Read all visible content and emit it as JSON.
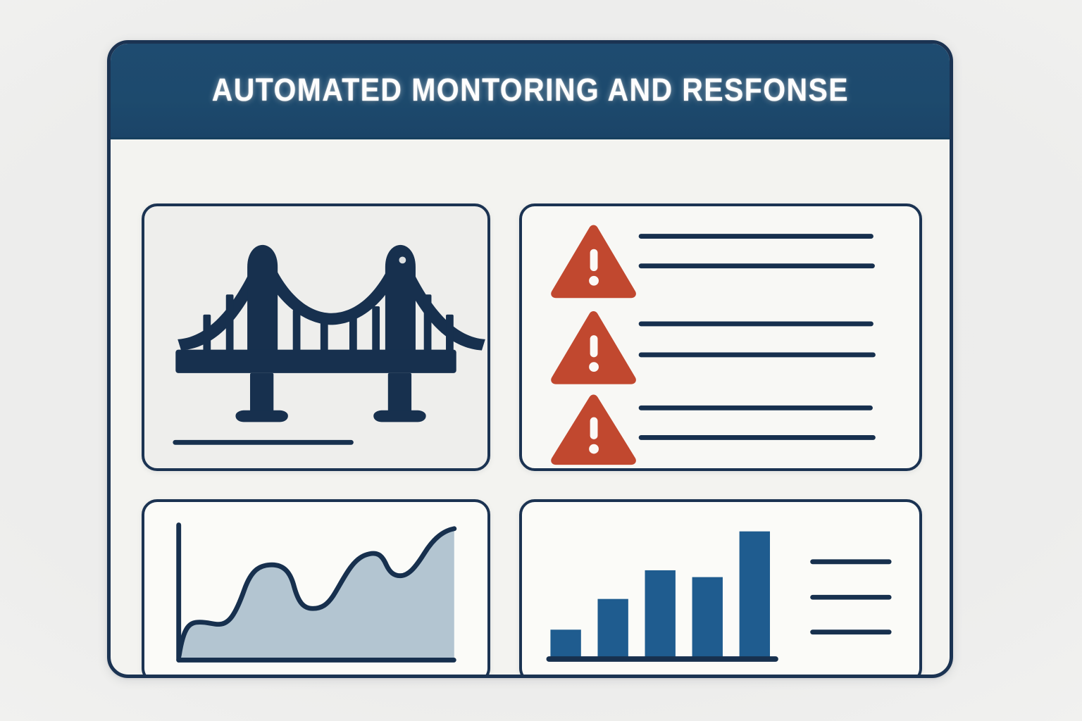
{
  "header": {
    "title": "AUTOMATED MONTORING AND RESFONSE"
  },
  "colors": {
    "header_bg": "#1d4a6d",
    "border_navy": "#1b3352",
    "line_navy": "#17304e",
    "alert_red": "#c1482f",
    "bar_blue": "#1f5c8f",
    "area_fill": "#b3c5d1",
    "panel_bg": "#eeeeec",
    "body_bg": "#f3f3f0",
    "page_bg": "#ececeb"
  },
  "panels": [
    {
      "id": "bridge",
      "name": "infrastructure-asset-panel",
      "icon": "bridge-icon",
      "caption_lines": 1
    },
    {
      "id": "alerts",
      "name": "alerts-list-panel",
      "icon": "warning-triangle-icon",
      "alert_count": 3,
      "lines_per_alert": 2,
      "total_lines": 6
    },
    {
      "id": "trend",
      "name": "trend-area-chart-panel",
      "icon": "area-chart-icon"
    },
    {
      "id": "bars",
      "name": "bar-chart-panel",
      "icon": "bar-chart-icon",
      "legend_lines": 3
    }
  ],
  "alerts": {
    "items": [
      {
        "severity": "warning",
        "line_a": "",
        "line_b": ""
      },
      {
        "severity": "warning",
        "line_a": "",
        "line_b": ""
      },
      {
        "severity": "warning",
        "line_a": "",
        "line_b": ""
      }
    ]
  },
  "chart_data": [
    {
      "type": "area",
      "id": "trend-area-chart",
      "title": "",
      "xlabel": "",
      "ylabel": "",
      "grid": false,
      "legend": "none",
      "axes": {
        "x_axis": true,
        "y_axis": true
      },
      "xlim": [
        0,
        100
      ],
      "ylim": [
        0,
        100
      ],
      "x": [
        0,
        4,
        10,
        16,
        22,
        28,
        34,
        40,
        46,
        52,
        58,
        64,
        70,
        76,
        82,
        88,
        94,
        100
      ],
      "y": [
        2,
        14,
        22,
        24,
        23,
        30,
        44,
        52,
        52,
        44,
        34,
        33,
        42,
        56,
        66,
        64,
        58,
        74,
        86
      ],
      "series": [
        {
          "name": "monitored-metric",
          "values": [
            2,
            14,
            22,
            24,
            23,
            30,
            44,
            52,
            52,
            44,
            34,
            33,
            42,
            56,
            66,
            64,
            58,
            74,
            86
          ],
          "fill": "#b3c5d1",
          "stroke": "#17304e"
        }
      ]
    },
    {
      "type": "bar",
      "id": "bar-chart",
      "title": "",
      "xlabel": "",
      "ylabel": "",
      "grid": false,
      "legend": "right",
      "categories": [
        "1",
        "2",
        "3",
        "4",
        "5"
      ],
      "values": [
        23,
        48,
        71,
        65,
        100
      ],
      "ylim": [
        0,
        110
      ],
      "bar_color": "#1f5c8f",
      "baseline_color": "#17304e",
      "legend_entries": [
        "",
        "",
        ""
      ]
    }
  ]
}
